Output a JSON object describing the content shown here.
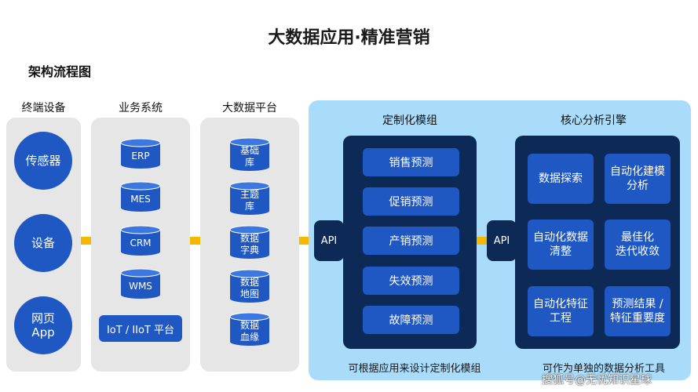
{
  "title": "大数据应用·精准营销",
  "subtitle": "架构流程图",
  "columns": {
    "terminal": {
      "header": "终端设备",
      "items": [
        "传感器",
        "设备",
        "网页\nApp"
      ]
    },
    "business": {
      "header": "业务系统",
      "items": [
        "ERP",
        "MES",
        "CRM",
        "WMS"
      ],
      "platform": "IoT / IIoT 平台"
    },
    "bigdata": {
      "header": "大数据平台",
      "items": [
        "基础\n库",
        "主题\n库",
        "数据\n字典",
        "数据\n地图",
        "数据\n血缘"
      ]
    },
    "custom": {
      "header": "定制化模组",
      "items": [
        "销售预测",
        "促销预测",
        "产销预测",
        "失效预测",
        "故障预测"
      ],
      "note": "可根据应用来设计定制化模组"
    },
    "core": {
      "header": "核心分析引擎",
      "items": [
        "数据探索",
        "自动化建模\n分析",
        "自动化数据\n清整",
        "最佳化\n迭代收敛",
        "自动化特征\n工程",
        "预测结果 /\n特征重要度"
      ],
      "note": "可作为单独的数据分析工具"
    }
  },
  "api_label_1": "API",
  "api_label_2": "API",
  "watermark": "搜狐号@无忧知识星球",
  "colors": {
    "primary_blue": "#1f57c3",
    "dark_navy": "#0d2a57",
    "light_blue": "#a9dcfb",
    "panel_gray": "#e6e6e6",
    "connector_yellow": "#f5b800"
  }
}
